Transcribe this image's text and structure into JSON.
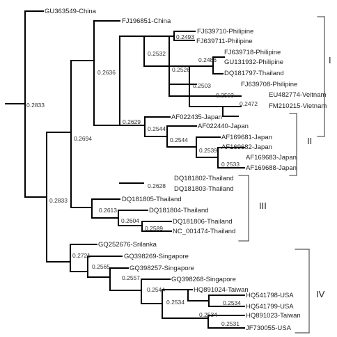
{
  "tree": {
    "taxa": [
      "GU363549-China",
      "FJ196851-China",
      "FJ639710-Philipine",
      "FJ639711-Philipine",
      "FJ639718-Philipine",
      "GU131932-Philipine",
      "DQ181797-Thailand",
      "FJ639708-Philipine",
      "EU482774-Veitnam",
      "FM210215-Vietnam",
      "AF022435-Japan",
      "AF022440-Japan",
      "AF169681-Japan",
      "AF169682-Japan",
      "AF169683-Japan",
      "AF169688-Japan",
      "DQ181802-Thailand",
      "DQ181803-Thailand",
      "DQ181805-Thailand",
      "DQ181804-Thailand",
      "DQ181806-Thailand",
      "NC_001474-Thailand",
      "GQ252676-Srilanka",
      "GQ398269-Singapore",
      "GQ398257-Singapore",
      "GQ398268-Singapore",
      "HQ891024-Taiwan",
      "HQ541798-USA",
      "HQ541799-USA",
      "HQ891023-Taiwan",
      "JF730055-USA"
    ],
    "support_values": [
      "0.2833",
      "0.2636",
      "0.2493",
      "0.2532",
      "0.2486",
      "0.2526",
      "0.2503",
      "0.2503",
      "0.2472",
      "0.2694",
      "0.2629",
      "0.2544",
      "0.2544",
      "0.2539",
      "0.2533",
      "0.2628",
      "0.2833",
      "0.2613",
      "0.2604",
      "0.2589",
      "0.2721",
      "0.2565",
      "0.2557",
      "0.2544",
      "0.2534",
      "0.2534",
      "0.2534",
      "0.2531"
    ],
    "groups": [
      "I",
      "II",
      "III",
      "IV"
    ]
  }
}
